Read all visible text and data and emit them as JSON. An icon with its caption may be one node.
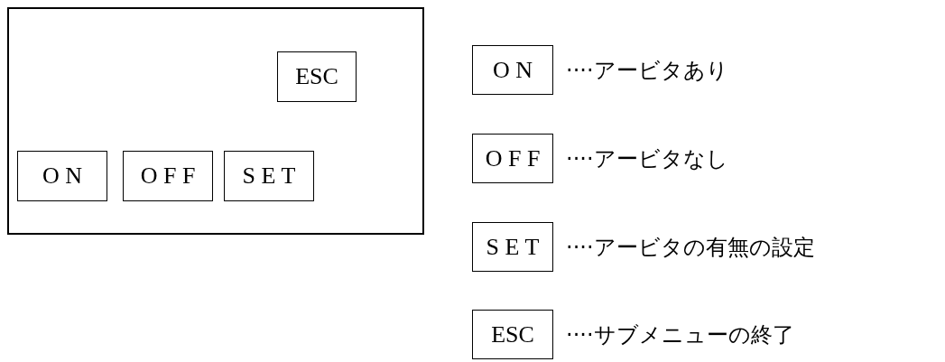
{
  "diagram": {
    "nodes": [
      {
        "text": [],
        "shape": "box"
      },
      {
        "text": [
          "ESC"
        ],
        "in": 0
      },
      {
        "text": [
          "O N"
        ],
        "in": 0
      },
      {
        "text": [
          "O F F"
        ],
        "in": 0
      },
      {
        "text": [
          "S E T"
        ],
        "in": 0
      },
      {
        "text": [
          "O N"
        ],
        "beside": [
          "····アービタあり"
        ]
      },
      {
        "text": [
          "O F F"
        ],
        "beside": [
          "····アービタなし"
        ]
      },
      {
        "text": [
          "S E T"
        ],
        "beside": [
          "····アービタの有無の設定"
        ]
      },
      {
        "text": [
          "ESC"
        ],
        "beside": [
          "····サブメニューの終了"
        ]
      }
    ]
  }
}
